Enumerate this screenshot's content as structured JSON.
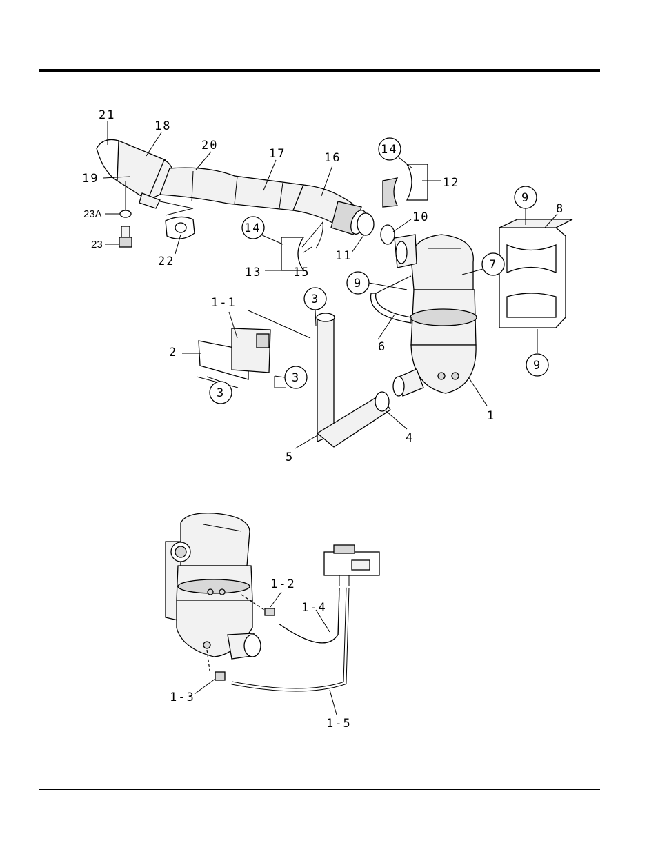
{
  "callouts": {
    "c21": "21",
    "c18": "18",
    "c20": "20",
    "c17": "17",
    "c16": "16",
    "c19": "19",
    "c23A": "23A",
    "c23": "23",
    "c22": "22",
    "c14a": "14",
    "c13": "13",
    "c15": "15",
    "c11": "11",
    "c14b": "14",
    "c12": "12",
    "c10": "10",
    "c9a": "9",
    "c8": "8",
    "c9b": "9",
    "c9c": "9",
    "c7": "7",
    "c6": "6",
    "c1": "1",
    "c3a": "3",
    "c3b": "3",
    "c3c": "3",
    "c1_1": "1-1",
    "c2": "2",
    "c5": "5",
    "c4": "4",
    "c1_2": "1-2",
    "c1_4": "1-4",
    "c1_3": "1-3",
    "c1_5": "1-5"
  }
}
